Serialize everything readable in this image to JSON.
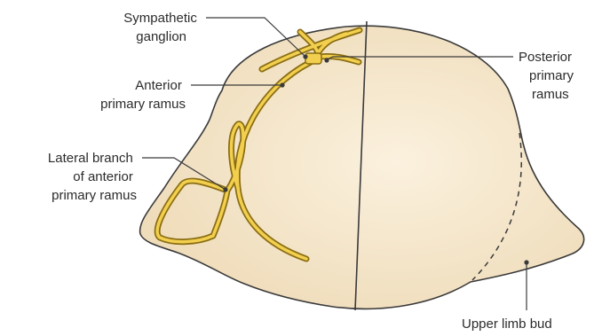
{
  "labels": {
    "sympathetic_ganglion": [
      "Sympathetic",
      "ganglion"
    ],
    "anterior_primary_ramus": [
      "Anterior",
      "primary ramus"
    ],
    "lateral_branch": [
      "Lateral branch",
      "of anterior",
      "primary ramus"
    ],
    "posterior_primary_ramus": [
      "Posterior",
      "primary",
      "ramus"
    ],
    "upper_limb_bud": [
      "Upper limb bud"
    ]
  },
  "colors": {
    "body_fill": "#efdcba",
    "body_highlight": "#fbf1de",
    "outline": "#3a3a3a",
    "nerve_fill": "#f2cf4e",
    "nerve_edge": "#8a6d12",
    "leader_line": "#3a3a3a"
  }
}
